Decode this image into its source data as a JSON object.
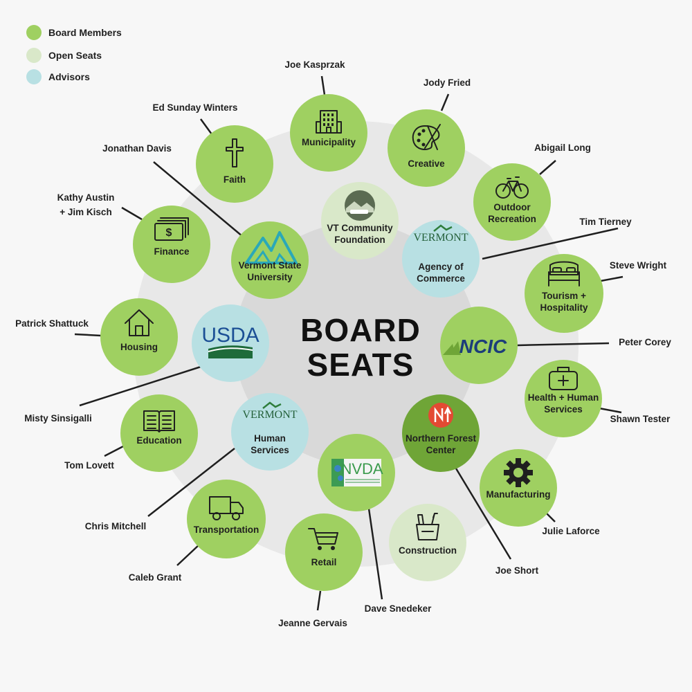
{
  "colors": {
    "board_member": "#9fd061",
    "open_seat": "#d9e8c9",
    "advisor": "#b8e0e3",
    "ring_outer": "#e8e8e8",
    "ring_inner": "#d9d9d9",
    "nfc_fill": "#6fa537"
  },
  "title": {
    "line1": "BOARD",
    "line2": "SEATS"
  },
  "legend": [
    {
      "label": "Board Members",
      "type": "board_member"
    },
    {
      "label": "Open Seats",
      "type": "open_seat"
    },
    {
      "label": "Advisors",
      "type": "advisor"
    }
  ],
  "seats": [
    {
      "key": "municipality",
      "label": [
        "Municipality"
      ],
      "type": "board_member",
      "icon": "building-icon",
      "person": [
        "Joe Kasprzak"
      ]
    },
    {
      "key": "creative",
      "label": [
        "Creative"
      ],
      "type": "board_member",
      "icon": "palette-icon",
      "person": [
        "Jody Fried"
      ]
    },
    {
      "key": "outdoor-recreation",
      "label": [
        "Outdoor",
        "Recreation"
      ],
      "type": "board_member",
      "icon": "bicycle-icon",
      "person": [
        "Abigail Long"
      ]
    },
    {
      "key": "tourism-hospitality",
      "label": [
        "Tourism +",
        "Hospitality"
      ],
      "type": "board_member",
      "icon": "bed-icon",
      "person": [
        "Steve Wright"
      ]
    },
    {
      "key": "ncic",
      "label": [],
      "type": "board_member",
      "icon": "ncic-logo",
      "logo_text": "NCIC",
      "person": [
        "Peter Corey"
      ]
    },
    {
      "key": "health-human-services",
      "label": [
        "Health + Human",
        "Services"
      ],
      "type": "board_member",
      "icon": "medical-kit-icon",
      "person": [
        "Shawn Tester"
      ]
    },
    {
      "key": "manufacturing",
      "label": [
        "Manufacturing"
      ],
      "type": "board_member",
      "icon": "gear-icon",
      "person": [
        "Julie Laforce"
      ]
    },
    {
      "key": "construction",
      "label": [
        "Construction"
      ],
      "type": "open_seat",
      "icon": "toolbox-icon",
      "person": []
    },
    {
      "key": "northern-forest-center",
      "label": [
        "Northern Forest",
        "Center"
      ],
      "type": "board_member",
      "icon": "nfc-logo",
      "person": [
        "Joe Short"
      ]
    },
    {
      "key": "nvda",
      "label": [],
      "type": "board_member",
      "icon": "nvda-logo",
      "logo_text": "NVDA",
      "person": [
        "Dave Snedeker"
      ]
    },
    {
      "key": "retail",
      "label": [
        "Retail"
      ],
      "type": "board_member",
      "icon": "cart-icon",
      "person": [
        "Jeanne Gervais"
      ]
    },
    {
      "key": "transportation",
      "label": [
        "Transportation"
      ],
      "type": "board_member",
      "icon": "truck-icon",
      "person": [
        "Caleb Grant"
      ]
    },
    {
      "key": "vt-human-services",
      "label": [
        "Human",
        "Services"
      ],
      "type": "advisor",
      "icon": "vermont-logo",
      "logo_text": "VERMONT",
      "person": [
        "Chris Mitchell"
      ]
    },
    {
      "key": "education",
      "label": [
        "Education"
      ],
      "type": "board_member",
      "icon": "book-icon",
      "person": [
        "Tom Lovett"
      ]
    },
    {
      "key": "usda",
      "label": [],
      "type": "advisor",
      "icon": "usda-logo",
      "logo_text": "USDA",
      "person": [
        "Misty Sinsigalli"
      ]
    },
    {
      "key": "housing",
      "label": [
        "Housing"
      ],
      "type": "board_member",
      "icon": "house-icon",
      "person": [
        "Patrick Shattuck"
      ]
    },
    {
      "key": "finance",
      "label": [
        "Finance"
      ],
      "type": "board_member",
      "icon": "money-icon",
      "person": [
        "Kathy Austin",
        "+ Jim Kisch"
      ]
    },
    {
      "key": "vermont-state-university",
      "label": [
        "Vermont State",
        "University"
      ],
      "type": "board_member",
      "icon": "mountain-logo",
      "person": [
        "Jonathan Davis"
      ]
    },
    {
      "key": "faith",
      "label": [
        "Faith"
      ],
      "type": "board_member",
      "icon": "cross-icon",
      "person": [
        "Ed Sunday Winters"
      ]
    },
    {
      "key": "vt-community-foundation",
      "label": [
        "VT Community",
        "Foundation"
      ],
      "type": "open_seat",
      "icon": "landscape-logo",
      "person": []
    },
    {
      "key": "agency-of-commerce",
      "label": [
        "Agency of",
        "Commerce"
      ],
      "type": "advisor",
      "icon": "vermont-logo",
      "logo_text": "VERMONT",
      "person": [
        "Tim Tierney"
      ]
    }
  ]
}
